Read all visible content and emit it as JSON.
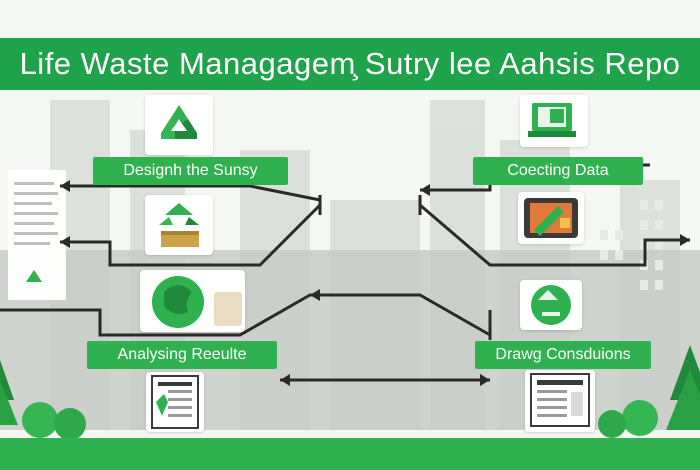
{
  "title": "Life Waste Managagem̧ Sutry lee Aahsis Repo",
  "labels": {
    "design": "Designh the Sunsy",
    "collect": "Coecting Data",
    "analyze": "Analysing Reeulte",
    "draw": "Drawg Consduions"
  },
  "colors": {
    "green": "#2fb14f",
    "dark": "#2a2a2a"
  },
  "icons": [
    "recycle-icon",
    "document-icon",
    "laptop-icon",
    "box-icon",
    "tree-icon"
  ]
}
